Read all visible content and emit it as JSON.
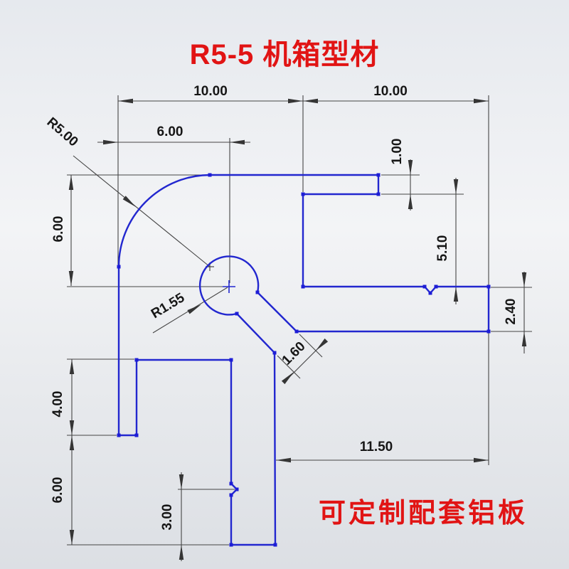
{
  "title": "R5-5 机箱型材",
  "note": "可定制配套铝板",
  "colors": {
    "sketch_blue": "#2227cf",
    "dim_gray": "#454545",
    "text_black": "#161616",
    "accent_red": "#e11414"
  },
  "drawing": {
    "dims": {
      "top_left_width": "10.00",
      "top_right_width": "10.00",
      "corner_inner_width": "6.00",
      "corner_fillet_radius": "R5.00",
      "flange_thickness": "1.00",
      "corner_height": "6.00",
      "right_arm_drop": "5.10",
      "right_arm_thickness": "2.40",
      "boss_radius": "R1.55",
      "slot_width": "1.60",
      "left_tab_height": "4.00",
      "bottom_span": "11.50",
      "lower_left_height": "6.00",
      "notch_height": "3.00"
    }
  }
}
